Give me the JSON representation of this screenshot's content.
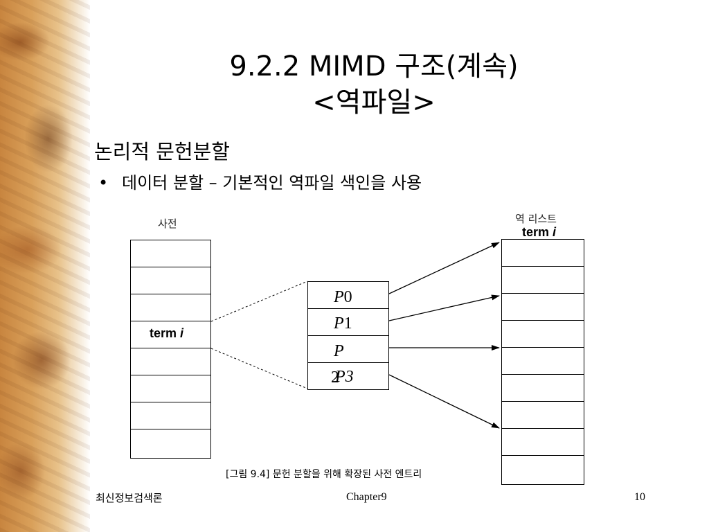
{
  "title": {
    "line1": "9.2.2   MIMD 구조(계속)",
    "line2": "<역파일>"
  },
  "heading": "논리적 문헌분할",
  "bullet": {
    "marker": "•",
    "text": "데이터 분할 – 기본적인 역파일 색인을 사용"
  },
  "diagram": {
    "dict_label": "사전",
    "dict_term": "term",
    "dict_term_var": "i",
    "inv_label": "역 리스트",
    "inv_term": "term",
    "inv_term_var": "i",
    "partitions": [
      {
        "p": "P",
        "n": "0"
      },
      {
        "p": "P",
        "n": "1"
      },
      {
        "p": "P",
        "n": ""
      },
      {
        "p": "P",
        "n": "2",
        "extra": "3"
      }
    ],
    "caption": "[그림 9.4] 문헌 분할을 위해 확장된 사전 엔트리"
  },
  "footer": {
    "left": "최신정보검색론",
    "center": "Chapter9",
    "page": "10"
  }
}
